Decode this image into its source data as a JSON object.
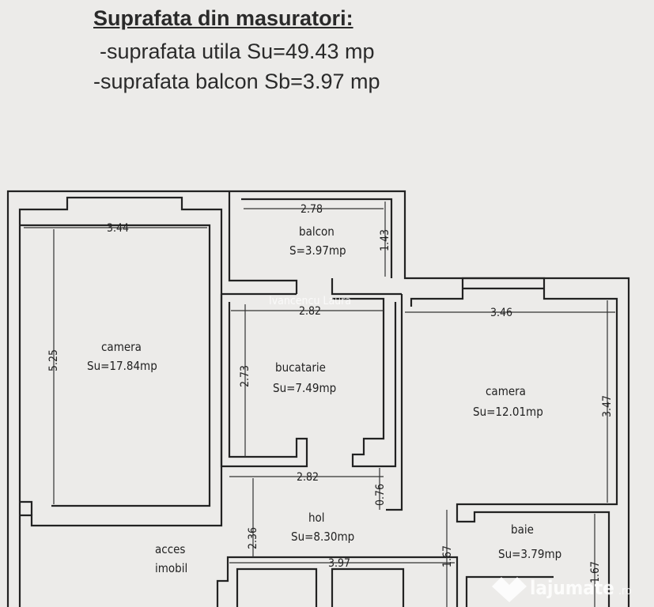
{
  "header": {
    "title": "Suprafata din masuratori:",
    "line1": "-suprafata utila Su=49.43 mp",
    "line2": "-suprafata balcon Sb=3.97 mp"
  },
  "rooms": {
    "camera1": {
      "name": "camera",
      "area": "Su=17.84mp",
      "w": "3.44",
      "h": "5.25"
    },
    "balcon": {
      "name": "balcon",
      "area": "S=3.97mp",
      "w": "2.78",
      "h": "1.43"
    },
    "bucatarie": {
      "name": "bucatarie",
      "area": "Su=7.49mp",
      "w": "2.82",
      "h": "2.73"
    },
    "camera2": {
      "name": "camera",
      "area": "Su=12.01mp",
      "w": "3.46",
      "h": "3.47"
    },
    "hol": {
      "name": "hol",
      "area": "Su=8.30mp",
      "w1": "2.82",
      "w2": "3.97",
      "h": "2.36",
      "h2": "0.76"
    },
    "baie": {
      "name": "baie",
      "area": "Su=3.79mp",
      "h1": "1.67",
      "h2": "1.67"
    }
  },
  "labels": {
    "acces1": "acces",
    "acces2": "imobil"
  },
  "watermarks": {
    "author": "Ivancencu Laura",
    "site": "lajumate",
    "tld": ".ro"
  }
}
